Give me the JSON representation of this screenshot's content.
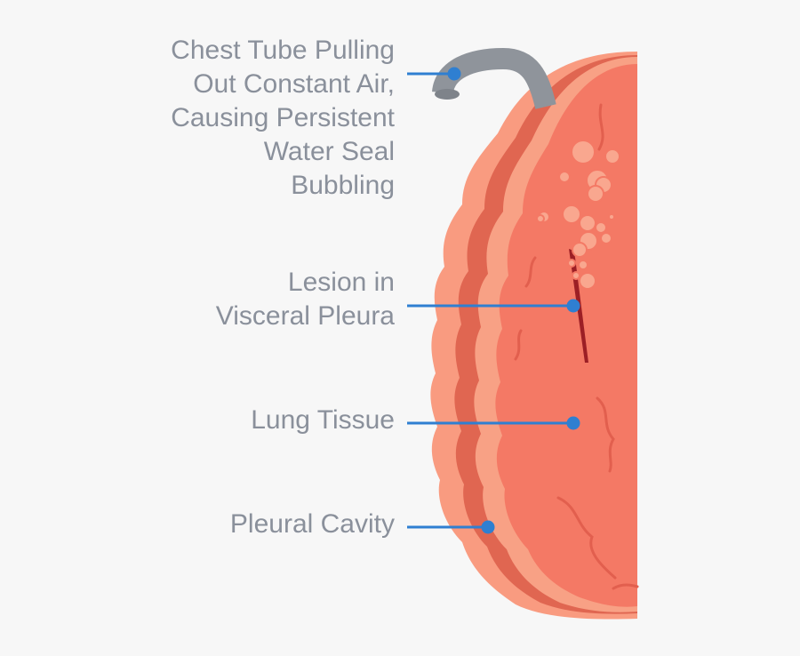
{
  "labels": {
    "chest_tube": [
      "Chest Tube Pulling",
      "Out Constant Air,",
      "Causing Persistent",
      "Water Seal",
      "Bubbling"
    ],
    "lesion": [
      "Lesion in",
      "Visceral Pleura"
    ],
    "lung_tissue": [
      "Lung Tissue"
    ],
    "pleural_cavity": [
      "Pleural Cavity"
    ]
  },
  "colors": {
    "background": "#f7f7f7",
    "label_text": "#8a909b",
    "leader_line": "#2f7fd1",
    "outer_pleura": "#f99b80",
    "cavity_band": "#e06651",
    "inner_pleura": "#f8a185",
    "lung": "#f47965",
    "lesion": "#9c1f25",
    "tube": "#8f949b",
    "bubble": "#f9a78f"
  }
}
